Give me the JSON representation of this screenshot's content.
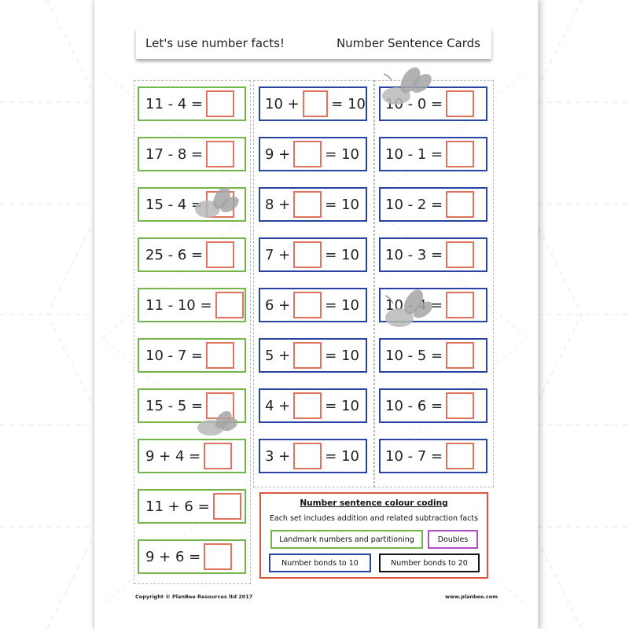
{
  "header": {
    "left_title": "Let's use number facts!",
    "right_title": "Number Sentence Cards"
  },
  "columns": [
    {
      "color": "green",
      "cards": [
        {
          "before": "11 - 4 =",
          "after": ""
        },
        {
          "before": "17 - 8 =",
          "after": ""
        },
        {
          "before": "15 - 4 =",
          "after": ""
        },
        {
          "before": "25 - 6 =",
          "after": ""
        },
        {
          "before": "11 - 10 =",
          "after": ""
        },
        {
          "before": "10 - 7 =",
          "after": ""
        },
        {
          "before": "15 - 5 =",
          "after": ""
        },
        {
          "before": "9 + 4 =",
          "after": ""
        },
        {
          "before": "11 + 6 =",
          "after": ""
        },
        {
          "before": "9 + 6 =",
          "after": ""
        }
      ]
    },
    {
      "color": "blue",
      "cards": [
        {
          "before": "10 +",
          "after": "= 10"
        },
        {
          "before": "9 +",
          "after": "= 10"
        },
        {
          "before": "8 +",
          "after": "= 10"
        },
        {
          "before": "7 +",
          "after": "= 10"
        },
        {
          "before": "6 +",
          "after": "= 10"
        },
        {
          "before": "5 +",
          "after": "= 10"
        },
        {
          "before": "4 +",
          "after": "= 10"
        },
        {
          "before": "3 +",
          "after": "= 10"
        }
      ]
    },
    {
      "color": "blue",
      "cards": [
        {
          "before": "10 - 0 =",
          "after": ""
        },
        {
          "before": "10 - 1 =",
          "after": ""
        },
        {
          "before": "10 - 2 =",
          "after": ""
        },
        {
          "before": "10 - 3 =",
          "after": ""
        },
        {
          "before": "10 - 4 =",
          "after": ""
        },
        {
          "before": "10 - 5 =",
          "after": ""
        },
        {
          "before": "10 - 6 =",
          "after": ""
        },
        {
          "before": "10 - 7 =",
          "after": ""
        }
      ]
    }
  ],
  "key": {
    "title": "Number sentence colour coding",
    "subtitle": "Each set includes addition and related subtraction facts",
    "items": [
      {
        "label": "Landmark numbers and partitioning",
        "color": "#72b54a"
      },
      {
        "label": "Doubles",
        "color": "#b14fc5"
      },
      {
        "label": "Number bonds to 10",
        "color": "#2844a0"
      },
      {
        "label": "Number bonds to 20",
        "color": "#111111"
      }
    ]
  },
  "footer": {
    "copyright": "Copyright © PlanBee Resources ltd 2017",
    "website": "www.planbee.com"
  },
  "colors": {
    "green_border": "#72b54a",
    "blue_border": "#2844a0",
    "answer_box": "#e0745e",
    "key_border": "#d9543a"
  }
}
